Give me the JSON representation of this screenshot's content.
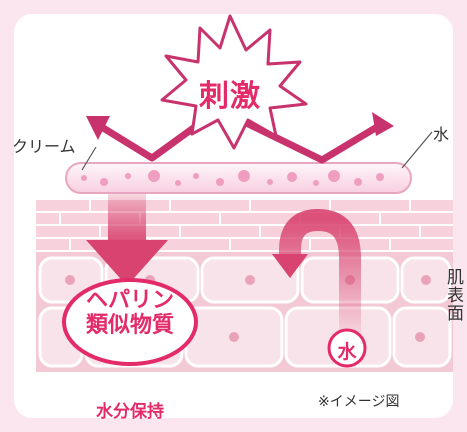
{
  "burst": {
    "text": "刺激"
  },
  "labels": {
    "cream": "クリーム",
    "water_right": "水",
    "skin_surface": "肌表面",
    "heparin": "ヘパリン\n類似物質",
    "water_circle": "水",
    "moisture": "水分保持",
    "note": "※イメージ図"
  },
  "colors": {
    "accent": "#e32b6a",
    "arrow": "#c8336e",
    "background": "#fbe6ef",
    "skin_layer": "#f7d2dc",
    "cell": "#f9e3ea"
  }
}
